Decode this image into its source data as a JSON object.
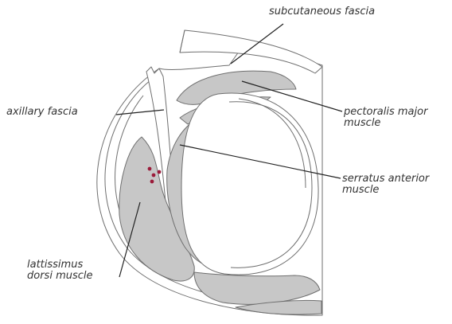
{
  "labels": {
    "subcutaneous_fascia": "subcutaneous fascia",
    "axillary_fascia": "axillary fascia",
    "pectoralis_major": [
      "pectoralis major",
      "muscle"
    ],
    "serratus_anterior": [
      "serratus anterior",
      "muscle"
    ],
    "latissimus_dorsi": [
      "lattissimus",
      "dorsi muscle"
    ]
  },
  "colors": {
    "muscle_fill": "#c7c7c7",
    "outline": "#6f6f6f",
    "leader_line": "#222222",
    "lymph_node": "#9b1b3a",
    "text": "#333333"
  }
}
